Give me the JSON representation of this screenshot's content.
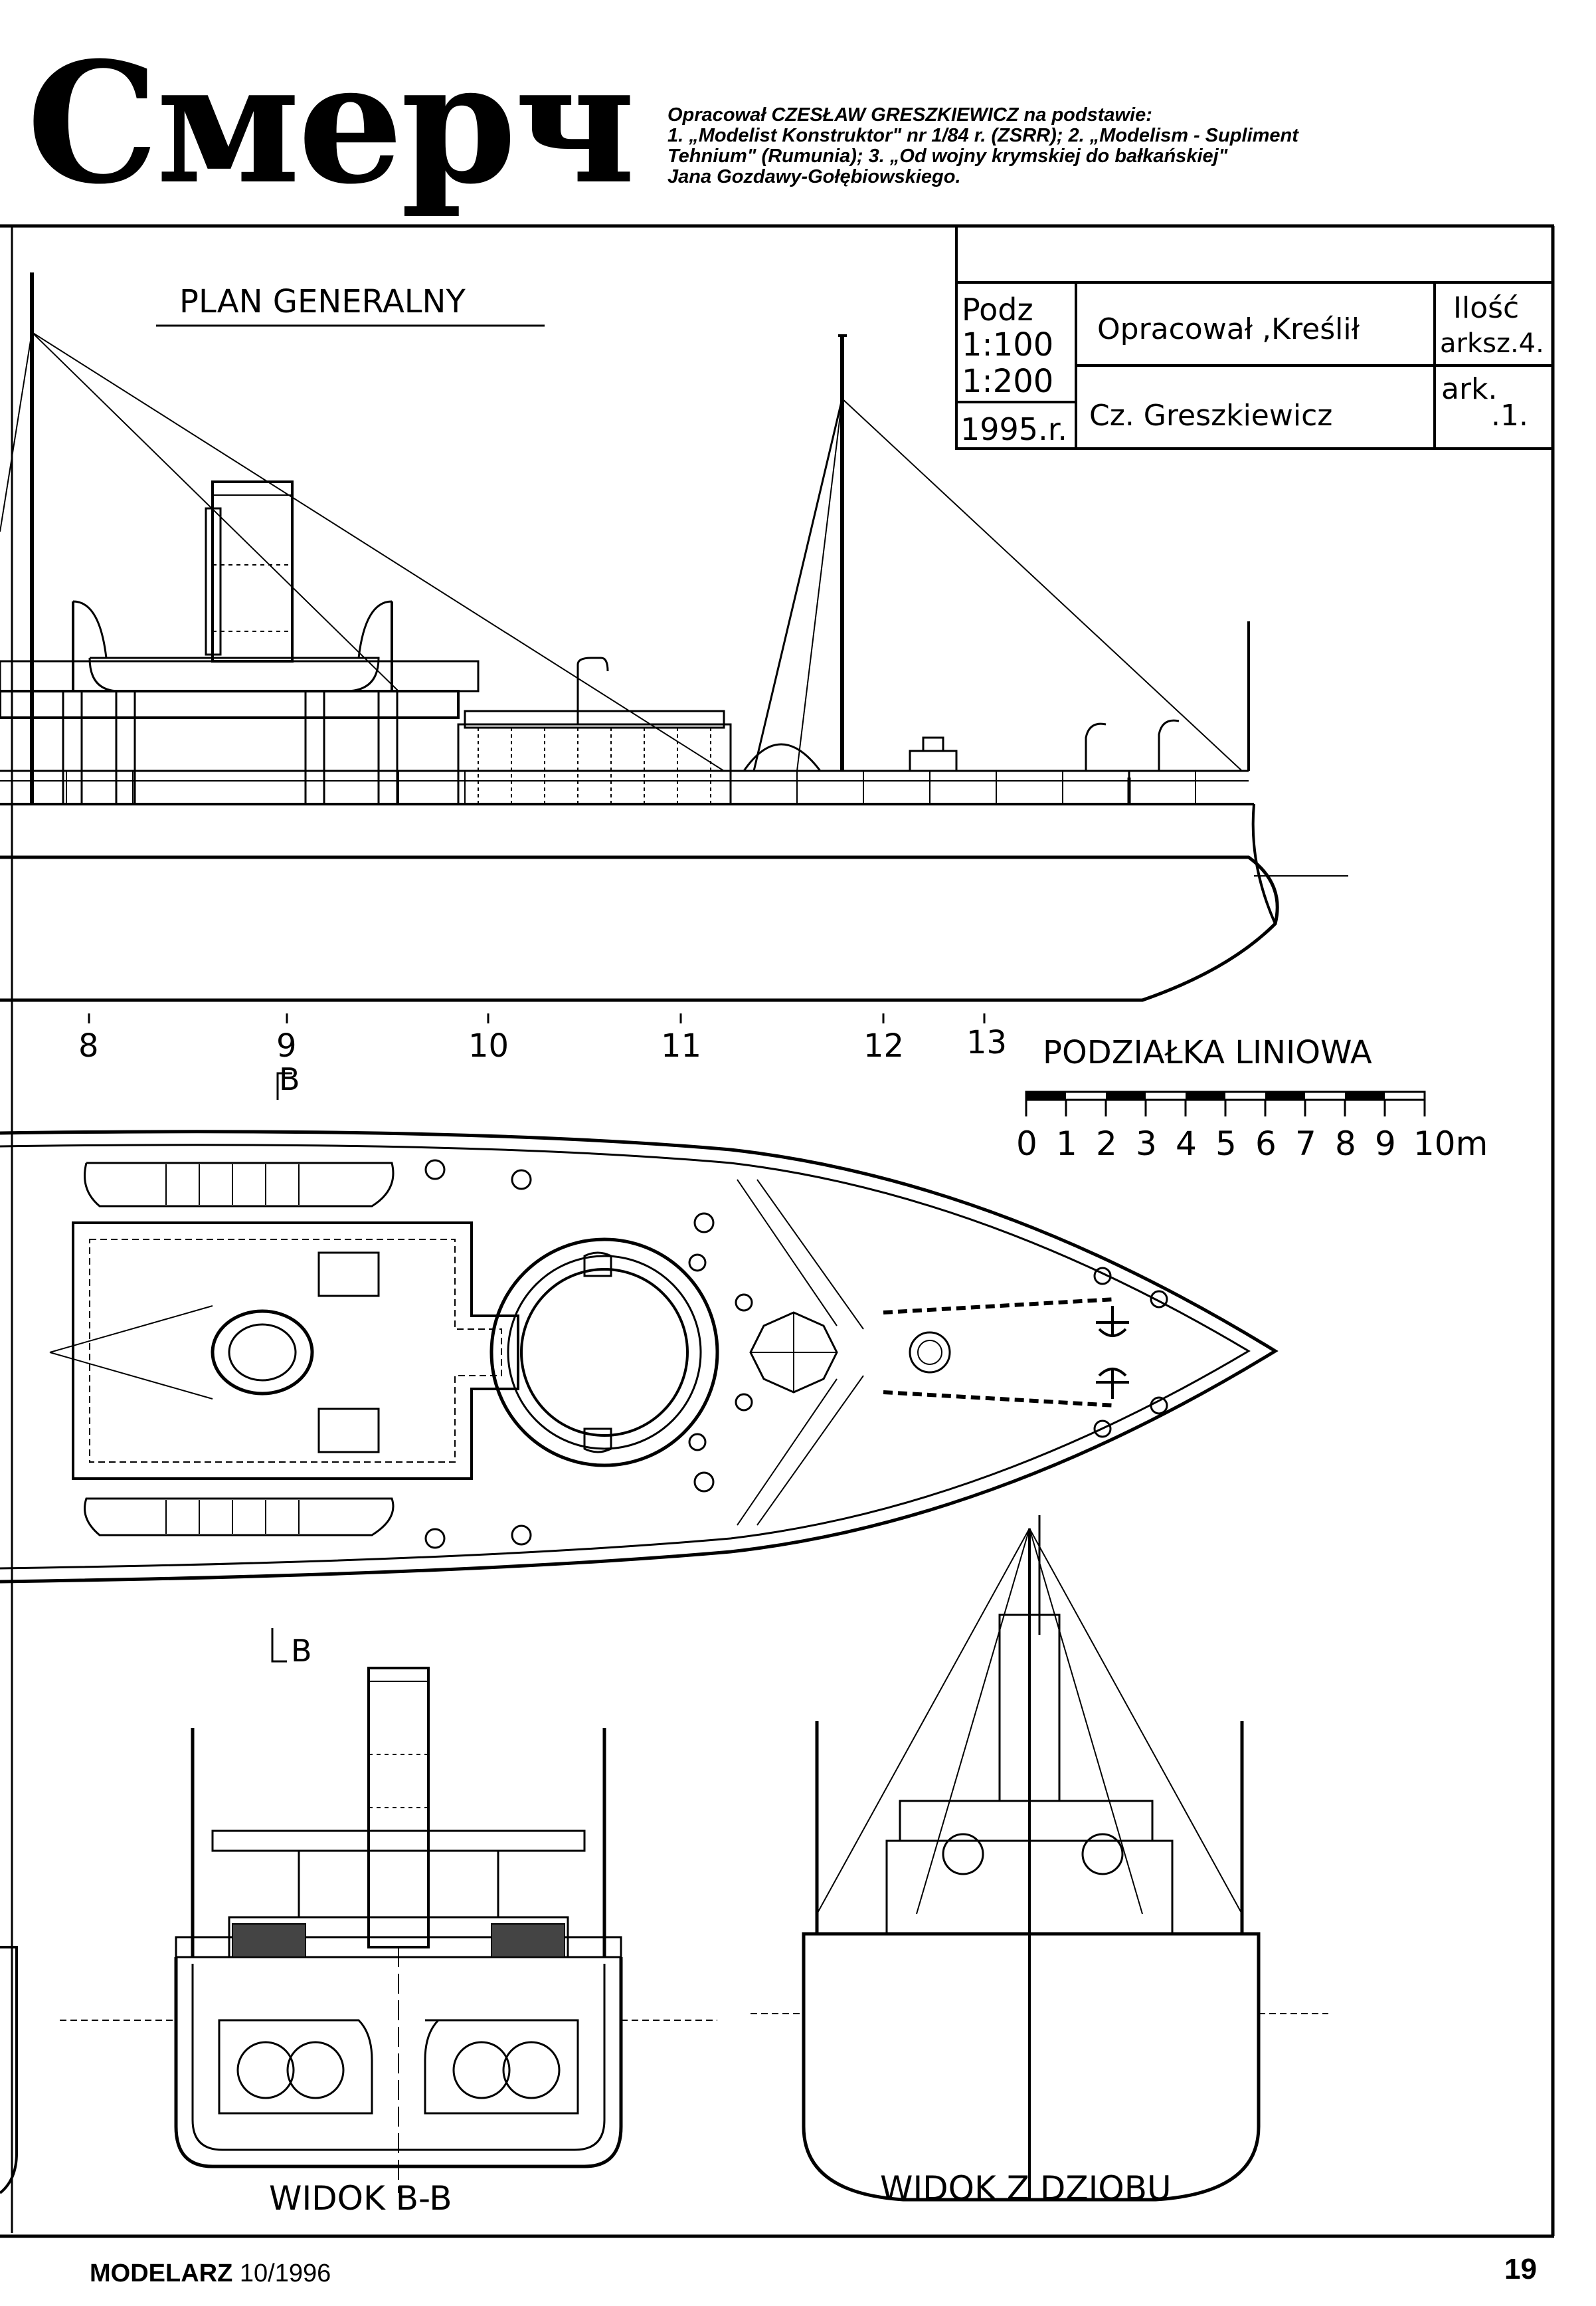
{
  "header": {
    "title": "Смерч",
    "credits": [
      "Opracował CZESŁAW GRESZKIEWICZ na podstawie:",
      "1. „Modelist Konstruktor\" nr 1/84 r. (ZSRR); 2. „Modelism - Supliment",
      "Tehnium\" (Rumunia); 3. „Od wojny krymskiej do bałkańskiej\"",
      "Jana Gozdawy-Gołębiowskiego."
    ]
  },
  "title_block": {
    "scale_label": "Podz",
    "scale_1": "1:100",
    "scale_2": "1:200",
    "year": "1995.r.",
    "prepared_label": "Opracował ,Kreślił",
    "author": "Cz. Greszkiewicz",
    "sheet_count_label": "Ilość",
    "sheet_count": "arksz.4.",
    "sheet_label": "ark.",
    "sheet_number": ".1."
  },
  "drawing": {
    "plan_title": "PLAN GENERALNY",
    "frame_numbers": [
      "8",
      "9",
      "10",
      "11",
      "12",
      "13"
    ],
    "section_mark_upper": "B",
    "section_mark_lower": "B",
    "scale_bar_title": "PODZIAŁKA LINIOWA",
    "scale_bar_ticks": [
      "0",
      "1",
      "2",
      "3",
      "4",
      "5",
      "6",
      "7",
      "8",
      "9",
      "10m"
    ],
    "view_bb_label": "WIDOK B-B",
    "view_bow_label": "WIDOK Z DZIOBU"
  },
  "footer": {
    "magazine": "MODELARZ",
    "issue": "10/1996",
    "page_number": "19"
  }
}
